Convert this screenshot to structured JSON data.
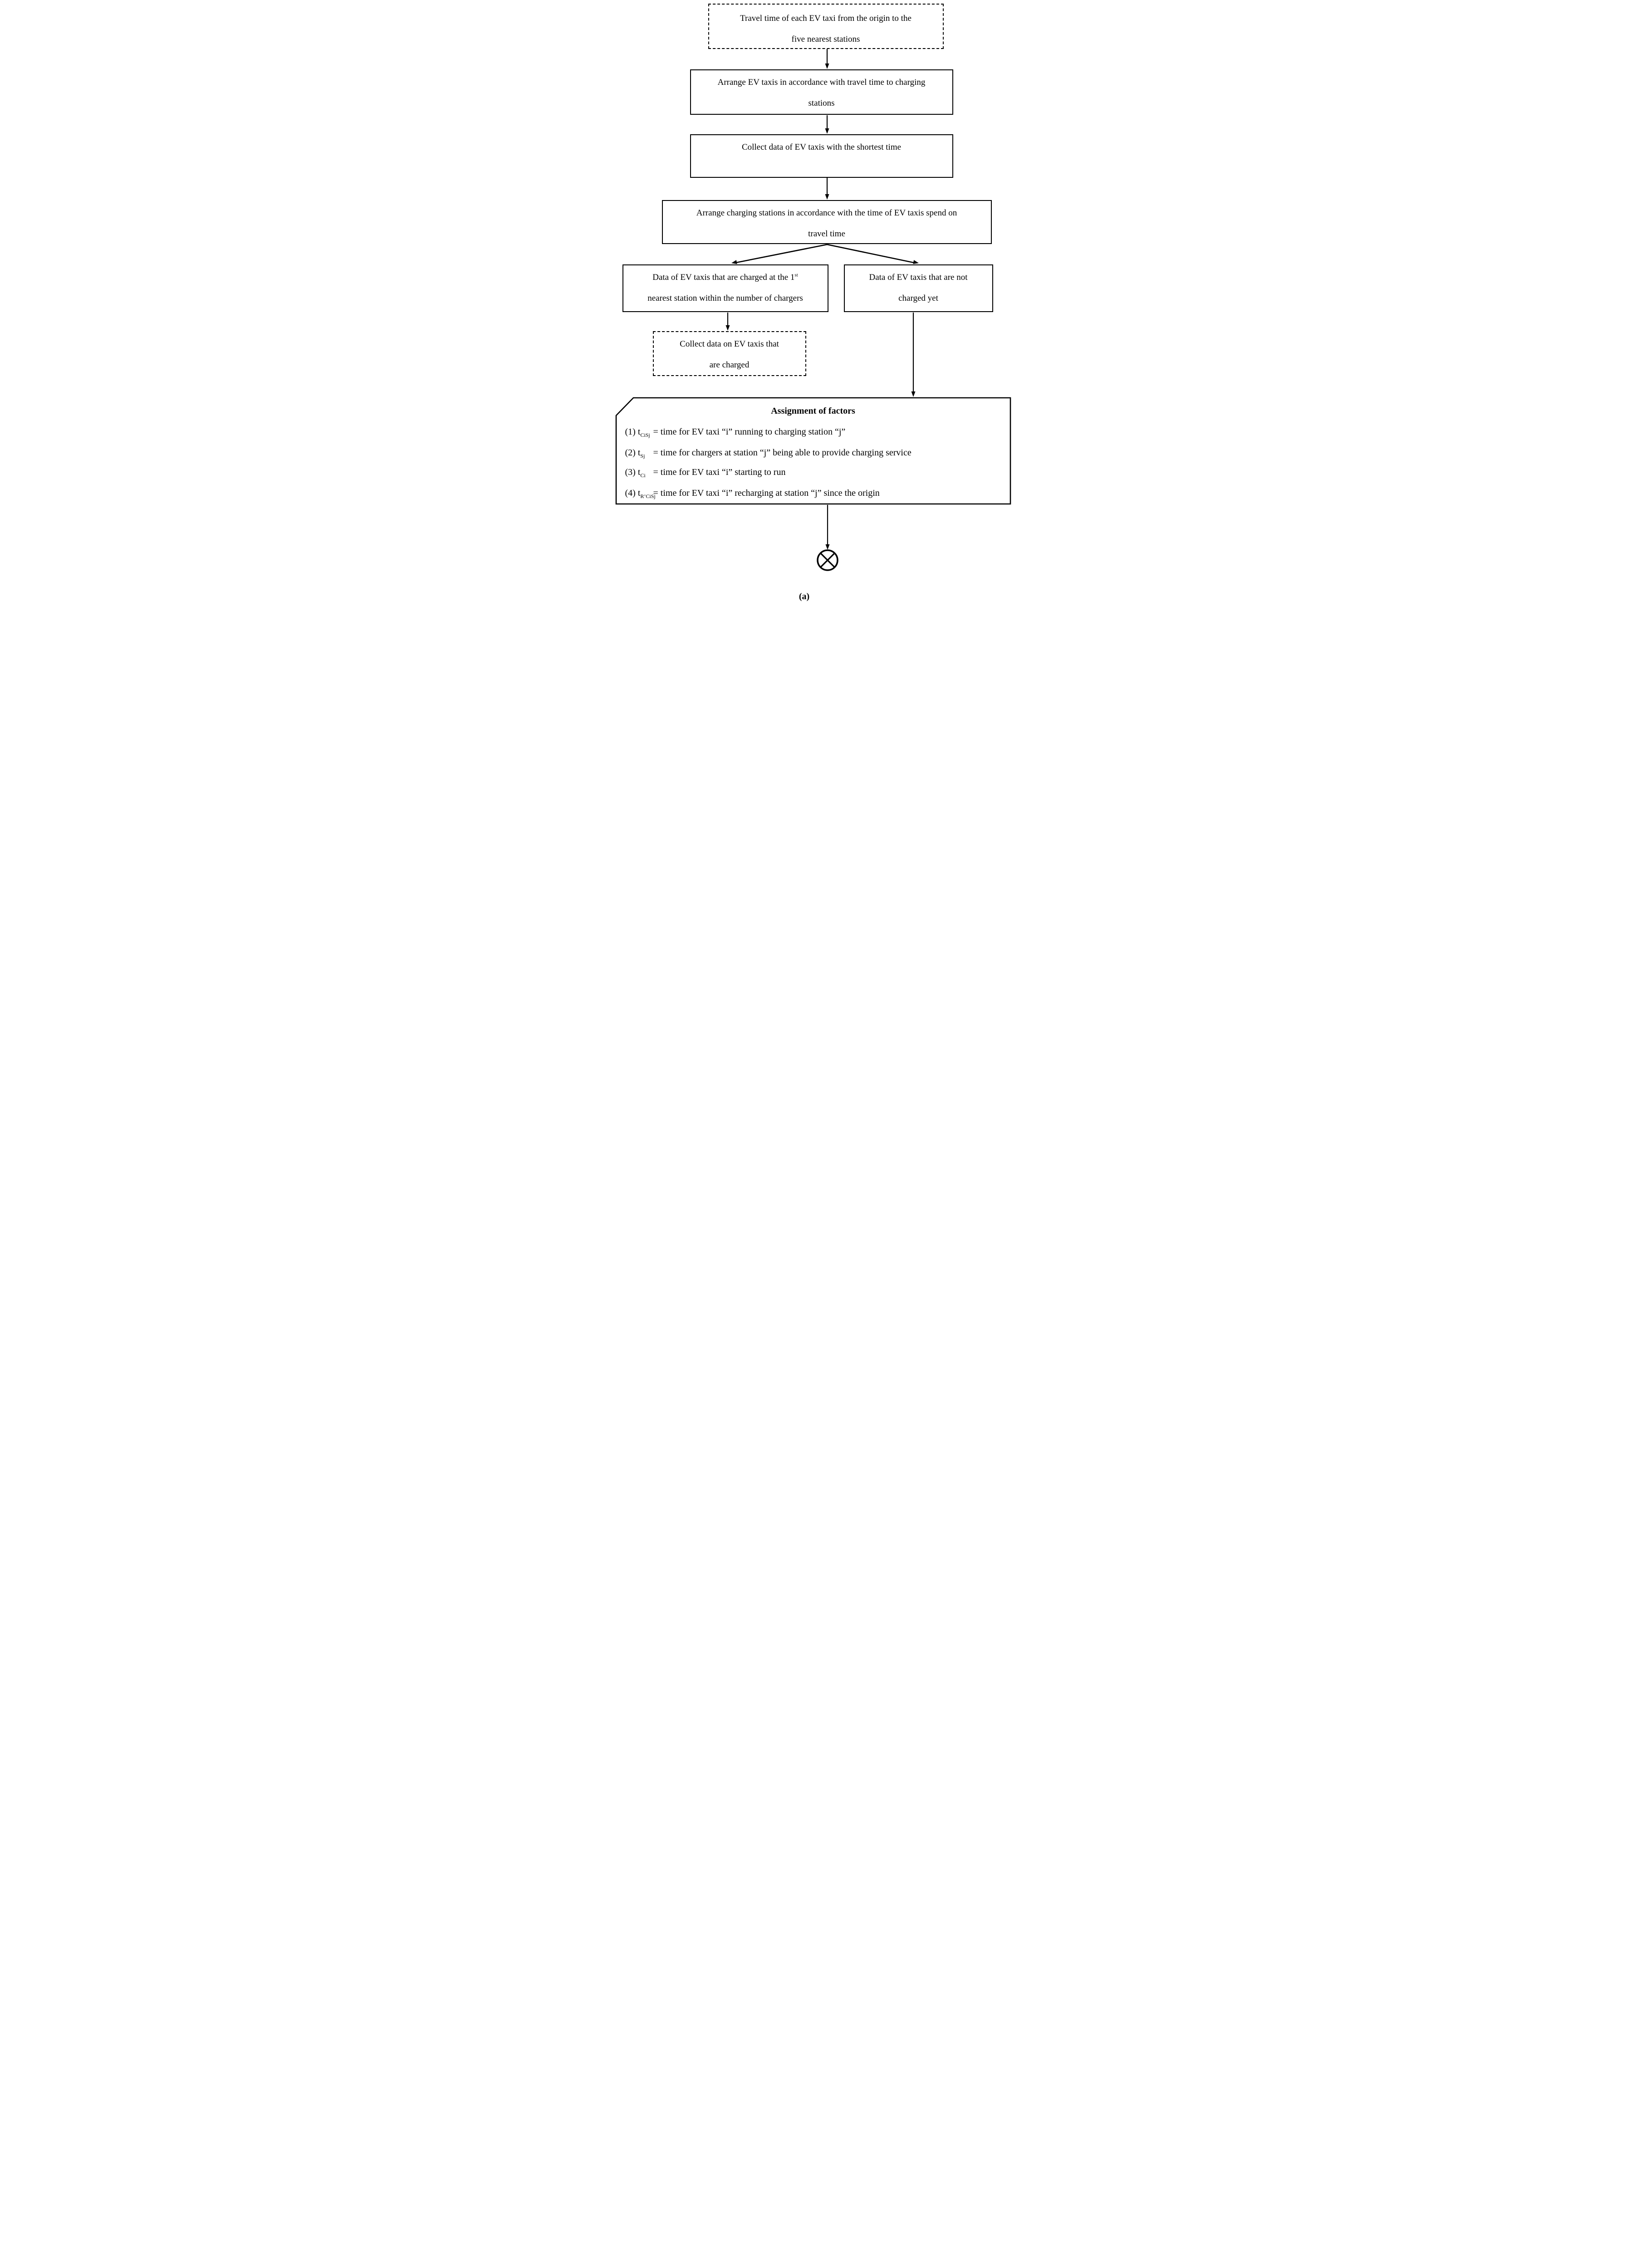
{
  "figure": {
    "caption": "(a)",
    "boxes": {
      "travel_time": {
        "line1": "Travel time of each EV taxi from the origin to the",
        "line2": "five nearest stations"
      },
      "arrange_taxis": {
        "line1": "Arrange EV taxis in accordance with travel time to charging",
        "line2": "stations"
      },
      "collect_shortest": {
        "line1": "Collect data of EV taxis with the shortest time"
      },
      "arrange_stations": {
        "line1": "Arrange charging stations in accordance with the time of EV taxis spend on",
        "line2": "travel time"
      },
      "charged_first": {
        "line1": "Data of EV taxis that are charged at the 1",
        "line1_sup": "st",
        "line2": "nearest station within the number of chargers"
      },
      "not_charged": {
        "line1": "Data of EV taxis that are not",
        "line2": "charged yet"
      },
      "collect_charged": {
        "line1": "Collect data on EV taxis that",
        "line2": "are charged"
      },
      "assignment": {
        "title": "Assignment of factors",
        "items": [
          {
            "prefix": "(1) t",
            "sub": "CiSj",
            "definition": "= time for EV taxi “i” running to charging station “j”"
          },
          {
            "prefix": "(2) t",
            "sub": "Sj",
            "definition": "= time for chargers at station “j” being able to provide charging service"
          },
          {
            "prefix": "(3) t",
            "sub": "Ci",
            "definition": "= time for EV taxi “i” starting to run"
          },
          {
            "prefix": "(4) t",
            "sub": "R’CiSj",
            "definition": "= time for EV taxi “i” recharging at station “j” since the origin"
          }
        ]
      }
    },
    "colors": {
      "ink": "#000000",
      "background": "#ffffff"
    }
  }
}
